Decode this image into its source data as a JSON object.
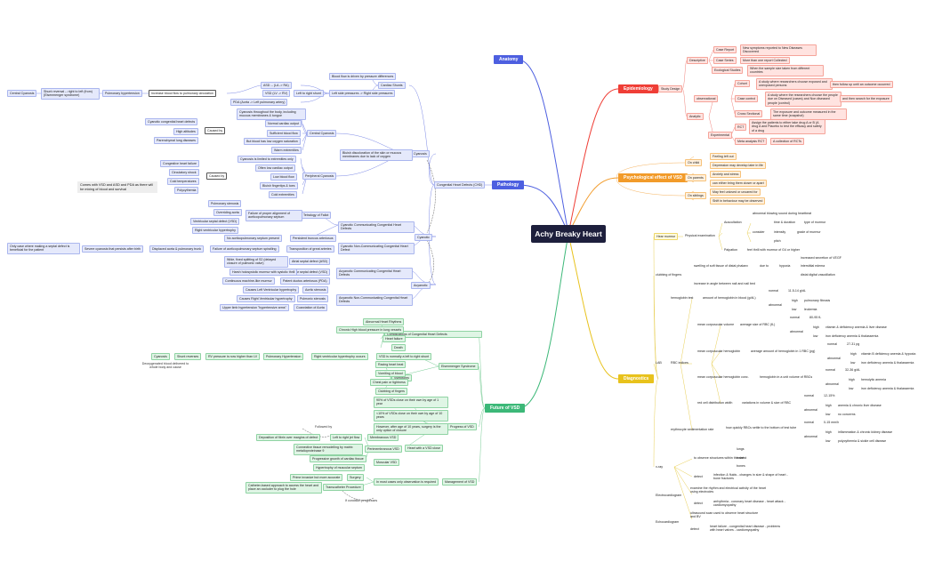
{
  "root": "Achy Breaky Heart",
  "branches": {
    "anatomy": "Anatomy",
    "pathology": "Pathology",
    "future": "Future of VSD",
    "epidemiology": "Epidemiology",
    "psych": "Psychological effect of VSD",
    "diagnostics": "Diagnostics"
  },
  "colors": {
    "blue": "#4d5fe0",
    "green": "#3cb878",
    "red": "#ef3e36",
    "orange": "#f29b2a",
    "yellow": "#e8c21c",
    "root": "#1d1f3c"
  },
  "pathology": {
    "chd": "Congenital Heart Defects (CHD)",
    "cardiac_shunts": "Cardiac Shunts",
    "shunt_pressure": "Blood flow is driven by pressure differences",
    "lr_shunt": "Left side pressures -> Right side pressures",
    "lr_shunt2": "Left to right shunt",
    "asd": "ASD -- (LA -> RA)",
    "vsd": "VSD (LV -> RV)",
    "pda": "PDA (Aorta -> Left pulmonary artery)",
    "increase_flow": "Increase blood flow to pulmonary circulation",
    "pulm_htn": "Pulmonary hypertension",
    "shunt_reversal": "Shunt reversal -- right to left (from) (Eisenmenger syndrome)",
    "central_cyanosis_l": "Central Cyanosis",
    "cyanosis": "Cyanosis",
    "cyanosis_desc": "Bluish discoloration of the skin or mucous membranes due to lack of oxygen",
    "central_cyanosis": "Central Cyanosis",
    "cc1": "Cyanosis throughout the body, including mucous membranes & tongue",
    "cc2": "Normal cardiac output",
    "cc3": "Sufficient blood flow",
    "cc4": "But blood has low oxygen saturation",
    "cc5": "Warm extremities",
    "caused_by1": "Caused by",
    "cb1a": "Cyanotic congenital heart defects",
    "cb1b": "High altitudes",
    "cb1c": "Parenchymal lung diseases",
    "peripheral": "Peripheral Cyanosis",
    "pc1": "Cyanosis is limited to extremities only",
    "pc2": "Often low cardiac output",
    "pc3": "Low blood flow",
    "pc4": "Bluish fingertips & toes",
    "pc5": "Cold extremities",
    "caused_by2": "Caused by",
    "cb2a": "Congestive heart failure",
    "cb2b": "Circulatory shock",
    "cb2c": "Cold temperatures",
    "cb2d": "Polycythemia",
    "callout": "Comes with VSD and ASD and PDA as there will be mixing of blood and survival",
    "cyanotic": "Cyanotic",
    "cyanotic_comm": "Cyanotic Communicating Congenital Heart Defects",
    "tof": "Tetralogy of Fallot",
    "tof1": "Pulmonary stenosis",
    "tof2": "Overriding aorta",
    "tof3": "Ventricular septal defect (VSD)",
    "tof4": "Right ventricular hypertrophy",
    "tof_fail": "Failure of proper alignment of aorticopulmonary septum",
    "truncus": "Persistent truncus arteriosus",
    "truncus_cause": "No aorticopulmonary septum present",
    "cyanotic_non": "Cyanotic Non-Communicating Congenital Heart Defect",
    "tga": "Transposition of great arteries",
    "tga_cause": "Failure of aorticopulmonary septum spiralling",
    "displaced": "Displaced aorta & pulmonary trunk",
    "severe": "Severe cyanosis that persists after birth",
    "severe_note": "Only case where making a septal defect is beneficial for the patient",
    "acyanotic": "Acyanotic",
    "acy_comm": "Acyanotic Communicating Congenital Heart Defects",
    "asd2": "Atrial septal defect (ASD)",
    "asd_d": "Wide, fixed splitting of S2 (delayed closure of pulmonic valve)",
    "vsd2": "Ventricular septal defect (VSD)",
    "vsd_d": "Harsh holosystolic murmur with systolic thrill",
    "pda2": "Patent ductus arteriosus (PDA)",
    "pda_d": "Continuous machine-like murmur",
    "acy_non": "Acyanotic Non-Communicating Congenital Heart Defects",
    "as": "Aortic stenosis",
    "as_d": "Causes Left Ventricular hypertrophy",
    "ps": "Pulmonic stenosis",
    "ps_d": "Causes Right Ventricular hypertrophy",
    "coa": "Coarctation of Aorta",
    "coa_d": "Upper limb hypertension \"hypertensive arms\""
  },
  "future": {
    "complications": "Complications of Congenital Heart Defects",
    "c1": "Abnormal Heart Rhythms",
    "c2": "Chronic High blood pressure in lung vessels",
    "c3": "Heart failure",
    "c4": "Death",
    "eisen": "Eisenmenger Syndrome",
    "e1": "VSD is normally a left to right shunt",
    "e2": "Right ventricular hypertrophy occurs",
    "e3": "Pulmonary Hypertension",
    "e4": "RV pressure is now higher than LV",
    "e5": "Shunt reverses",
    "e6": "Cyanosis",
    "e7": "Deoxygenated blood delivered to whole body and cause",
    "symptoms": "Symptoms",
    "s1": "Racing heart beat",
    "s2": "Vomiting of blood",
    "s3": "Chest pain or tightness",
    "s4": "Clubbing of fingers",
    "progress": "Progress of VSD",
    "p1": "90% of VSDs close on their own by age of 1 year",
    "p2": "<10% of VSDs close on their own by age of 10 years",
    "p3": "However, after age of 10 years, surgery is the only option of closure",
    "heartvsd": "Heart with a VSD close",
    "membranous": "Membranous VSD",
    "m1": "Left to right jet flow",
    "m2": "Deposition of fibrin over margins of defect",
    "followed": "Followed by",
    "perimem": "Perimembranous VSD",
    "pm1": "Connective tissue remodelling by matrix metalloproteinase 9",
    "muscular": "Muscular VSD",
    "mu1": "Progressive growth of cardiac tissue",
    "mu2": "Hypertrophy of muscular septum",
    "management": "Management of VSD",
    "mg1": "In most cases only observation is required",
    "surgery": "Surgery",
    "sg1": "Prime invasive but more accurate",
    "transcatheter": "Transcatheter Procedure",
    "tc1": "Catheter-based approach to access the heart and place an occluder to plug the hole",
    "ifcond": "If condition progresses"
  },
  "epi": {
    "study": "Study Design",
    "descriptive": "Descriptive",
    "case_report": "Case Report",
    "case_report_d": "New symptoms reported to New Diseases Discovered",
    "case_series": "Case Series",
    "case_series_d": "More than one report Collected",
    "ecological": "Ecological Studies",
    "ecological_d": "When the sample size taken from different countries",
    "analytic": "Analytic",
    "observational": "observational",
    "cohort": "Cohort",
    "cohort_d": "A study where researchers choose exposed and unexposed persons",
    "cohort_d2": "then follow up until an outcome occurred",
    "case_control": "Case control",
    "case_control_d": "A study where the researchers choose the people due on Diseased (cases) and Non diseased people (control)",
    "case_control_d2": "and then search for the exposure",
    "cross": "Cross Sectional",
    "cross_d": "The exposure and outcome measured in the same time (snapshot)",
    "experimental": "Experimental",
    "rct": "RCT",
    "rct_d": "Assign the patients to either take drug A or B (A drug A and Placebo to test the efficacy and safety of a drug",
    "meta": "Meta analysis RCT",
    "meta_d": "A collection of RCTs"
  },
  "psych": {
    "child": "On child",
    "c1": "Feeling left out",
    "c2": "Depression may develop later in life",
    "parents": "On parents",
    "p1": "Anxiety and stress",
    "p2": "can either bring them closer or apart",
    "siblings": "On siblings",
    "sb1": "May feel unloved or uncared for",
    "sb2": "Shift in behaviour may be observed"
  },
  "diag": {
    "hear": "Hear murmur",
    "physical": "Physical examination",
    "auscultation": "Auscultation",
    "ausc_d": "abnormal blowing sound during heartbeat",
    "consider": "consider",
    "timing": "time & duration",
    "type": "type of murmur",
    "intensity": "intensity",
    "grade": "grade of murmur",
    "pitch": "pitch",
    "palpation": "Palpation",
    "palp_d": "feel thrill with murmur of G4 or higher",
    "clubbing": "clubbing of fingers",
    "cl1": "swelling of soft tissue of distal phalanx",
    "cl2": "due to",
    "hypoxia": "hypoxia",
    "hy1": "increased secretion of VEGF",
    "hy2": "interstitial edema",
    "hy3": "distal digital vasodilation",
    "cl3": "increase in angle between nail and nail bed",
    "lab": "LAB",
    "hb": "hemoglobin test",
    "hb_d": "amount of hemoglobin in blood (g/dL)",
    "normal": "normal",
    "high": "high",
    "low": "low",
    "abnormal": "abnormal",
    "hb_n": "11.5-14 g/dL",
    "hb_h": "pulmonary fibrosis",
    "hb_l": "leukemia",
    "rbc": "RBC indices",
    "mcv": "mean corpuscular volume",
    "mcv_d": "average size of RBC (fL)",
    "mcv_n": "80-95 fL",
    "mcv_h": "vitamin & deficiency anemia & liver disease",
    "mcv_l": "iron deficiency anemia & thalassemia",
    "mch": "mean corpuscular hemoglobin",
    "mch_d": "average amount of hemoglobin in 1 RBC (pg)",
    "mch_n": "27-31 pg",
    "mch_h": "vitamin B deficiency anemia & hypoxia",
    "mch_l": "iron deficiency anemia & thalassemia",
    "mchc": "mean corpuscular hemoglobin conc.",
    "mchc_d": "hemoglobin in a unit volume of RBCs",
    "mchc_n": "32-36 g/dL",
    "mchc_h": "hemolytic anemia",
    "mchc_l": "iron deficiency anemia & thalassemia",
    "rdw": "red cell distribution width",
    "rdw_d": "variations in volume & size of RBC",
    "rdw_n": "12-15%",
    "rdw_h": "anemia & chronic liver disease",
    "rdw_l": "no concerns",
    "esr": "erythrocyte sedimentation rate",
    "esr_d": "how quickly RBCs settle to the bottom of test tube",
    "esr_n": "0-15 mm/h",
    "esr_h": "inflammation & chronic kidney disease",
    "esr_l": "polycythemia & sickle cell disease",
    "xray": "x-ray",
    "xr_d": "to observe structures within the chest",
    "xr1": "lungs",
    "xr2": "heart",
    "xr3": "bones",
    "detect": "detect",
    "xr_det": "infection & fluids - changes in size & shape of heart - bone fractures",
    "ecg": "Electrocardiogram",
    "ecg_d": "examine the rhythm and electrical activity of the heart using electrodes",
    "ecg_det": "arrhythmia - coronary heart disease - heart attack - cardiomyopathy",
    "echo": "Echocardiogram",
    "echo_d": "ultrasound scan used to observe heart structure and BV",
    "echo_det": "heart failure - congenital heart disease - problems with heart valves - cardiomyopathy"
  }
}
